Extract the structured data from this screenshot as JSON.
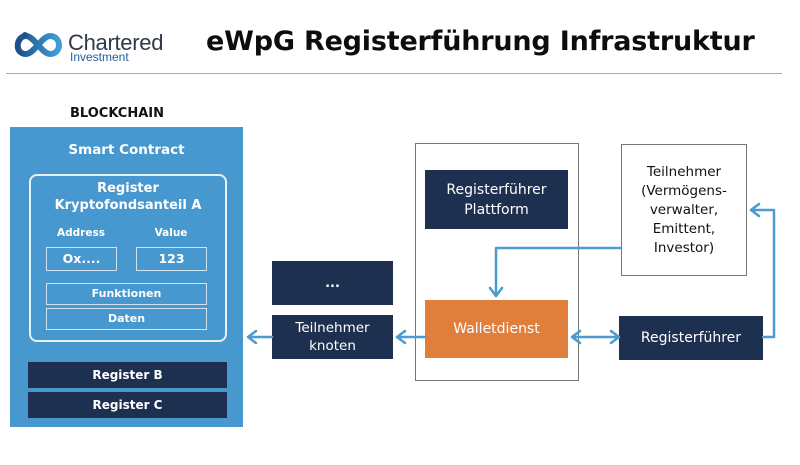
{
  "header": {
    "logo": {
      "brand_line1": "Chartered",
      "brand_line2": "Investment",
      "icon": "infinity-logo-icon"
    },
    "title": "eWpG Registerführung Infrastruktur"
  },
  "blockchain": {
    "label": "BLOCKCHAIN",
    "smart_contract": {
      "label": "Smart Contract",
      "register_a": {
        "title_line1": "Register",
        "title_line2": "Kryptofondsanteil A",
        "address_label": "Address",
        "value_label": "Value",
        "address_value": "Ox....",
        "value_value": "123",
        "functions_label": "Funktionen",
        "data_label": "Daten"
      }
    },
    "register_b": "Register B",
    "register_c": "Register C"
  },
  "nodes": {
    "ellipsis": "...",
    "participant_node_line1": "Teilnehmer",
    "participant_node_line2": "knoten"
  },
  "platform": {
    "title_line1": "Registerführer",
    "title_line2": "Plattform",
    "wallet_service": "Walletdienst"
  },
  "participant": {
    "line1": "Teilnehmer",
    "line2": "(Vermögens-",
    "line3": "verwalter,",
    "line4": "Emittent,",
    "line5": "Investor)"
  },
  "registrar": "Registerführer",
  "colors": {
    "blockchain_blue": "#4798cf",
    "dark_navy": "#1e3050",
    "orange": "#e07f3c",
    "arrow_blue": "#4b9ad0"
  }
}
